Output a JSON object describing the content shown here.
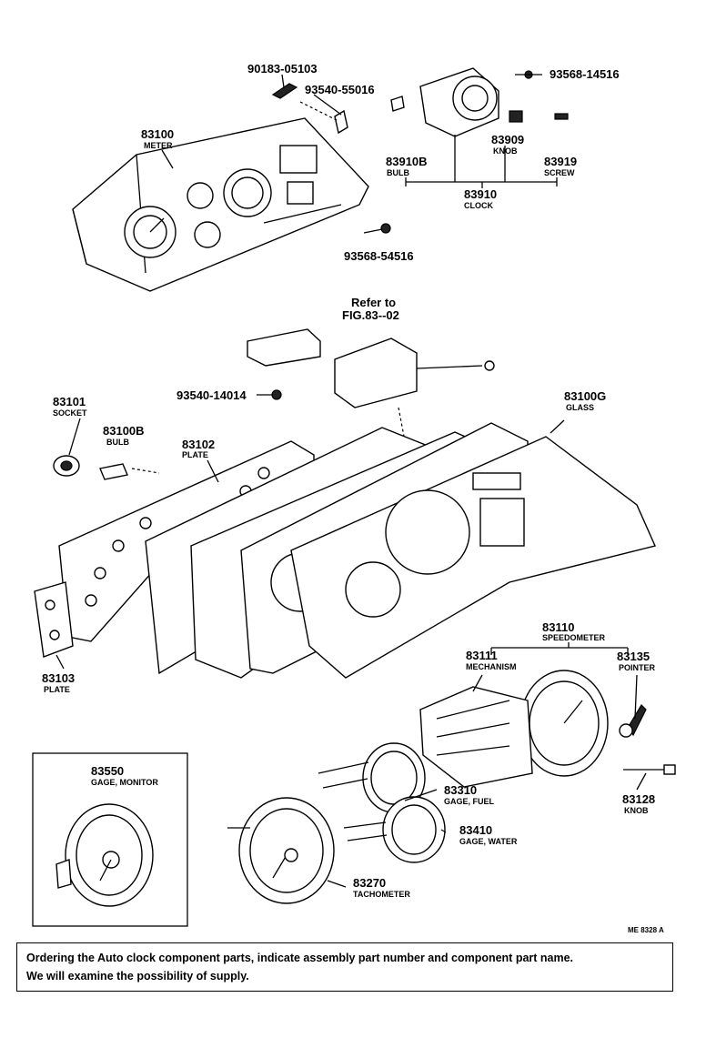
{
  "labels": {
    "p90183": "90183-05103",
    "p93540a": "93540-55016",
    "p93568a": "93568-14516",
    "p83100": "83100",
    "n83100": "METER",
    "p83910B": "83910B",
    "n83910B": "BULB",
    "p83909": "83909",
    "n83909": "KNOB",
    "p83919": "83919",
    "n83919": "SCREW",
    "p83910": "83910",
    "n83910": "CLOCK",
    "p93568b": "93568-54516",
    "refer1": "Refer to",
    "refer2": "FIG.83--02",
    "p93540b": "93540-14014",
    "p83101": "83101",
    "n83101": "SOCKET",
    "p83100B": "83100B",
    "n83100B": "BULB",
    "p83102": "83102",
    "n83102": "PLATE",
    "p83100G": "83100G",
    "n83100G": "GLASS",
    "p83103": "83103",
    "n83103": "PLATE",
    "p83110": "83110",
    "n83110": "SPEEDOMETER",
    "p83111": "83111",
    "n83111": "MECHANISM",
    "p83135": "83135",
    "n83135": "POINTER",
    "p83550": "83550",
    "n83550": "GAGE, MONITOR",
    "p83310": "83310",
    "n83310": "GAGE, FUEL",
    "p83410": "83410",
    "n83410": "GAGE, WATER",
    "p83128": "83128",
    "n83128": "KNOB",
    "p83270": "83270",
    "n83270": "TACHOMETER"
  },
  "figure_code": "ME 8328 A",
  "note": {
    "line1": "Ordering the Auto clock component parts, indicate assembly part number and component part name.",
    "line2": "We will examine the possibility of supply."
  }
}
